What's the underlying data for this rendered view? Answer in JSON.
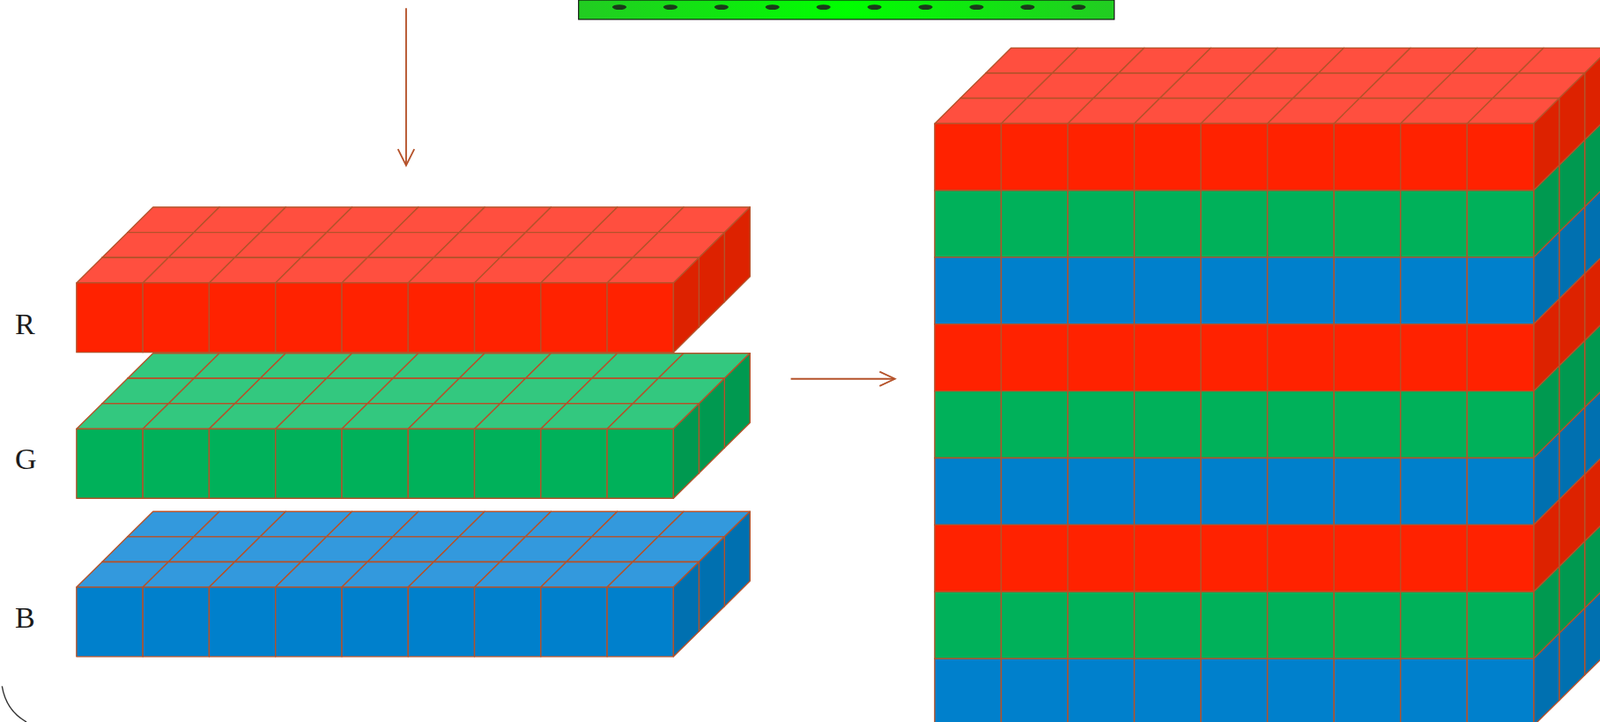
{
  "diagram": {
    "labels": [
      "R",
      "G",
      "B"
    ]
  }
}
